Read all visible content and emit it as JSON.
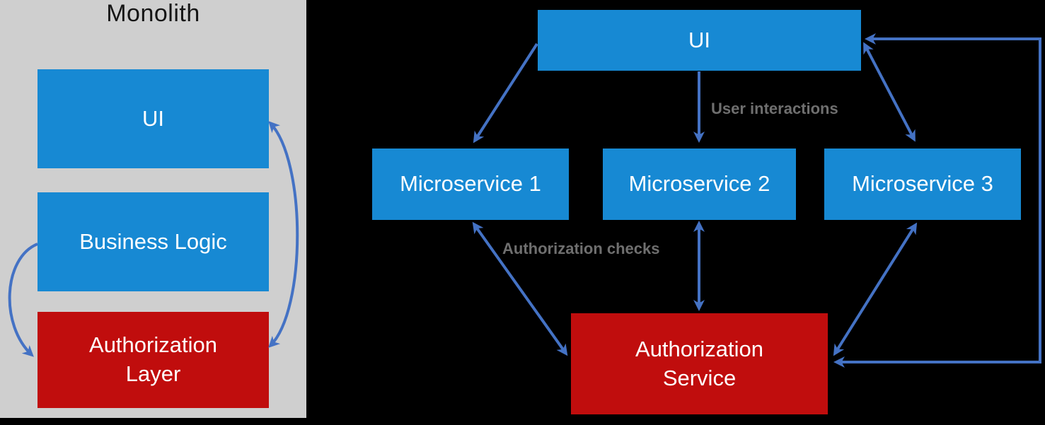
{
  "monolith": {
    "title": "Monolith",
    "boxes": [
      {
        "id": "ui",
        "label": "UI",
        "color": "#1789d3"
      },
      {
        "id": "business-logic",
        "label": "Business Logic",
        "color": "#1789d3"
      },
      {
        "id": "authorization-layer",
        "label": "Authorization Layer",
        "color": "#c00d0d"
      }
    ],
    "connections": [
      {
        "from": "Business Logic",
        "to": "Authorization Layer",
        "bidirectional": false
      },
      {
        "from": "UI",
        "to": "Authorization Layer",
        "bidirectional": true
      }
    ]
  },
  "microservices": {
    "ui": {
      "label": "UI",
      "color": "#1789d3"
    },
    "services": [
      {
        "label": "Microservice 1",
        "color": "#1789d3"
      },
      {
        "label": "Microservice 2",
        "color": "#1789d3"
      },
      {
        "label": "Microservice 3",
        "color": "#1789d3"
      }
    ],
    "auth_service": {
      "label": "Authorization Service",
      "color": "#c00d0d"
    },
    "annotations": {
      "user_interactions": "User interactions",
      "authorization_checks": "Authorization checks"
    },
    "connections": [
      {
        "from": "UI",
        "to": "Microservice 1",
        "bidirectional": false
      },
      {
        "from": "UI",
        "to": "Microservice 2",
        "bidirectional": false,
        "label": "User interactions"
      },
      {
        "from": "UI",
        "to": "Microservice 3",
        "bidirectional": true
      },
      {
        "from": "Microservice 1",
        "to": "Authorization Service",
        "bidirectional": true,
        "label": "Authorization checks"
      },
      {
        "from": "Microservice 2",
        "to": "Authorization Service",
        "bidirectional": true
      },
      {
        "from": "Microservice 3",
        "to": "Authorization Service",
        "bidirectional": true
      },
      {
        "from": "Authorization Service",
        "to": "UI",
        "bidirectional": true,
        "route": "right-edge-elbow"
      }
    ]
  },
  "colors": {
    "background": "#000000",
    "panel_gray": "#cfcfcf",
    "box_blue": "#1789d3",
    "box_red": "#c00d0d",
    "arrow_blue": "#4472c4",
    "annotation_gray": "#6f6f6f",
    "box_text": "#ffffff",
    "title_text": "#151515"
  }
}
